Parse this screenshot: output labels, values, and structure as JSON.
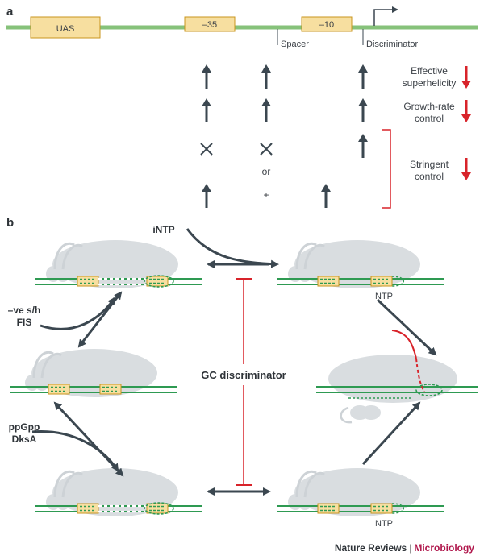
{
  "panel_a": {
    "label": "a",
    "elements": {
      "uas": "UAS",
      "m35": "–35",
      "m10": "–10"
    },
    "spacer": "Spacer",
    "discriminator": "Discriminator",
    "row1": [
      "Effective",
      "superhelicity"
    ],
    "row2": [
      "Growth-rate",
      "control"
    ],
    "row3": [
      "Stringent",
      "control"
    ],
    "or": "or",
    "plus": "+"
  },
  "panel_b": {
    "label": "b",
    "intp": "iNTP",
    "neg_sh": "–ve s/h",
    "fis": "FIS",
    "ppgpp": "ppGpp",
    "dksa": "DksA",
    "gc_discriminator": "GC discriminator",
    "ntp": "NTP"
  },
  "footer": {
    "journal": "Nature Reviews",
    "section": "Microbiology"
  },
  "colors": {
    "dna": "#2e9a52",
    "arrow": "#3b4750",
    "red": "#d8232a",
    "box_fill": "#f7dfa0",
    "box_stroke": "#c8941e",
    "rnap": "#d9dde0",
    "green_line": "#86c27a"
  }
}
